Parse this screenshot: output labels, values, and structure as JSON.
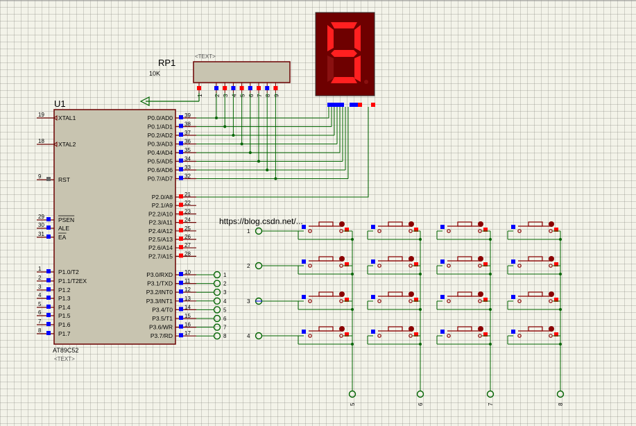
{
  "chip": {
    "ref": "U1",
    "part": "AT89C52",
    "text_placeholder": "<TEXT>",
    "left_pins": [
      {
        "num": "19",
        "name": "XTAL1"
      },
      {
        "num": "18",
        "name": "XTAL2"
      },
      {
        "num": "9",
        "name": "RST"
      },
      {
        "num": "29",
        "name": "PSEN"
      },
      {
        "num": "30",
        "name": "ALE"
      },
      {
        "num": "31",
        "name": "EA"
      },
      {
        "num": "1",
        "name": "P1.0/T2"
      },
      {
        "num": "2",
        "name": "P1.1/T2EX"
      },
      {
        "num": "3",
        "name": "P1.2"
      },
      {
        "num": "4",
        "name": "P1.3"
      },
      {
        "num": "5",
        "name": "P1.4"
      },
      {
        "num": "6",
        "name": "P1.5"
      },
      {
        "num": "7",
        "name": "P1.6"
      },
      {
        "num": "8",
        "name": "P1.7"
      }
    ],
    "right_pins": [
      {
        "num": "39",
        "name": "P0.0/AD0"
      },
      {
        "num": "38",
        "name": "P0.1/AD1"
      },
      {
        "num": "37",
        "name": "P0.2/AD2"
      },
      {
        "num": "36",
        "name": "P0.3/AD3"
      },
      {
        "num": "35",
        "name": "P0.4/AD4"
      },
      {
        "num": "34",
        "name": "P0.5/AD5"
      },
      {
        "num": "33",
        "name": "P0.6/AD6"
      },
      {
        "num": "32",
        "name": "P0.7/AD7"
      },
      {
        "num": "21",
        "name": "P2.0/A8"
      },
      {
        "num": "22",
        "name": "P2.1/A9"
      },
      {
        "num": "23",
        "name": "P2.2/A10"
      },
      {
        "num": "24",
        "name": "P2.3/A11"
      },
      {
        "num": "25",
        "name": "P2.4/A12"
      },
      {
        "num": "26",
        "name": "P2.5/A13"
      },
      {
        "num": "27",
        "name": "P2.6/A14"
      },
      {
        "num": "28",
        "name": "P2.7/A15"
      },
      {
        "num": "10",
        "name": "P3.0/RXD"
      },
      {
        "num": "11",
        "name": "P3.1/TXD"
      },
      {
        "num": "12",
        "name": "P3.2/INT0"
      },
      {
        "num": "13",
        "name": "P3.3/INT1"
      },
      {
        "num": "14",
        "name": "P3.4/T0"
      },
      {
        "num": "15",
        "name": "P3.5/T1"
      },
      {
        "num": "16",
        "name": "P3.6/WR"
      },
      {
        "num": "17",
        "name": "P3.7/RD"
      }
    ]
  },
  "resistor_pack": {
    "ref": "RP1",
    "value": "10K",
    "text_placeholder": "<TEXT>",
    "pins": [
      "1",
      "2",
      "3",
      "4",
      "5",
      "6",
      "7",
      "8",
      "9"
    ]
  },
  "display": {
    "digit": "9",
    "segment_color": "#ff2020",
    "body_color": "#6e0000"
  },
  "p3_terminals": [
    "1",
    "2",
    "3",
    "4",
    "5",
    "6",
    "7",
    "8"
  ],
  "row_terminals": [
    "1",
    "2",
    "3",
    "4"
  ],
  "col_terminals": [
    "5",
    "6",
    "7",
    "8"
  ],
  "watermark": "https://blog.csdn.net/...",
  "colors": {
    "wire": "#006400",
    "chip_fill": "#c8c4b0",
    "chip_stroke": "#6b0000",
    "pin_red": "#ff0000",
    "pin_blue": "#0000ff",
    "button": "#8b0000"
  }
}
